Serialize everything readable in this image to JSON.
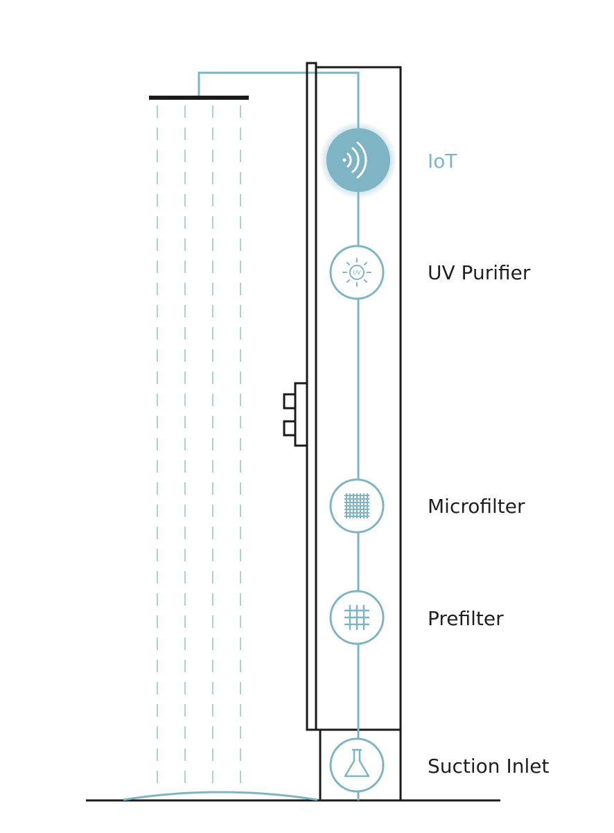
{
  "colors": {
    "accent": "#7fb4c4",
    "accent_light": "#a8cfdb",
    "outline": "#1a1a1a",
    "label": "#1f1f1f",
    "background": "#ffffff"
  },
  "stages": [
    {
      "key": "iot",
      "label": "IoT",
      "icon": "wifi-signal-icon",
      "active": true
    },
    {
      "key": "uv",
      "label": "UV Purifier",
      "icon": "uv-sun-icon",
      "icon_text": "UV",
      "active": false
    },
    {
      "key": "micro",
      "label": "Microfilter",
      "icon": "fine-mesh-icon",
      "active": false
    },
    {
      "key": "pre",
      "label": "Prefilter",
      "icon": "coarse-mesh-icon",
      "active": false
    },
    {
      "key": "inlet",
      "label": "Suction Inlet",
      "icon": "flask-icon",
      "active": false
    }
  ]
}
